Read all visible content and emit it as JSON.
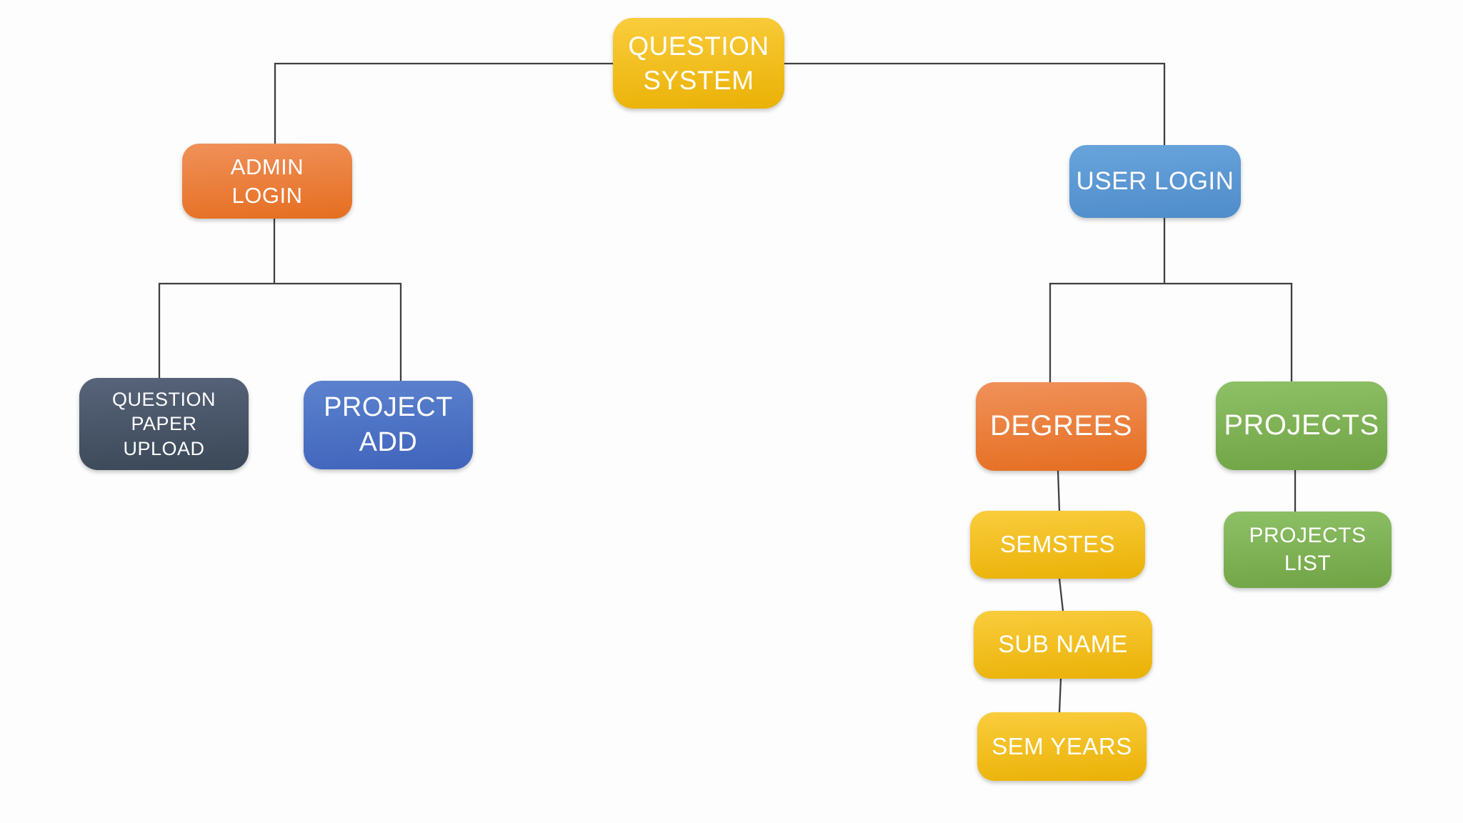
{
  "diagram": {
    "title": "QUESTION SYSTEM",
    "type": "hierarchy-flowchart",
    "nodes": {
      "question_system": {
        "label": "QUESTION\nSYSTEM",
        "color": "yellow"
      },
      "admin_login": {
        "label": "ADMIN\nLOGIN",
        "color": "orange"
      },
      "question_paper_upload": {
        "label": "QUESTION\nPAPER\nUPLOAD",
        "color": "dark"
      },
      "project_add": {
        "label": "PROJECT\nADD",
        "color": "blue"
      },
      "user_login": {
        "label": "USER LOGIN",
        "color": "lightblue"
      },
      "degrees": {
        "label": "DEGREES",
        "color": "orange"
      },
      "projects": {
        "label": "PROJECTS",
        "color": "green"
      },
      "semstes": {
        "label": "SEMSTES",
        "color": "yellow"
      },
      "sub_name": {
        "label": "SUB NAME",
        "color": "yellow"
      },
      "sem_years": {
        "label": "SEM YEARS",
        "color": "yellow"
      },
      "projects_list": {
        "label": "PROJECTS\nLIST",
        "color": "green"
      }
    },
    "edges": [
      {
        "from": "QUESTION SYSTEM",
        "to": "ADMIN LOGIN"
      },
      {
        "from": "QUESTION SYSTEM",
        "to": "USER LOGIN"
      },
      {
        "from": "ADMIN LOGIN",
        "to": "QUESTION PAPER UPLOAD"
      },
      {
        "from": "ADMIN LOGIN",
        "to": "PROJECT ADD"
      },
      {
        "from": "USER LOGIN",
        "to": "DEGREES"
      },
      {
        "from": "USER LOGIN",
        "to": "PROJECTS"
      },
      {
        "from": "DEGREES",
        "to": "SEMSTES"
      },
      {
        "from": "SEMSTES",
        "to": "SUB NAME"
      },
      {
        "from": "SUB NAME",
        "to": "SEM YEARS"
      },
      {
        "from": "PROJECTS",
        "to": "PROJECTS LIST"
      }
    ]
  },
  "colors": {
    "background": "#fdfdfd",
    "connector": "#404040",
    "text": "#ffffff",
    "yellow": {
      "top": "#FACD3E",
      "bottom": "#EAB105"
    },
    "orange": {
      "top": "#F0915A",
      "bottom": "#E56E20"
    },
    "dark": {
      "top": "#57647A",
      "bottom": "#3B4857"
    },
    "blue": {
      "top": "#5C82CE",
      "bottom": "#3F64BB"
    },
    "lightblue": {
      "top": "#69A4DC",
      "bottom": "#4E8CCA"
    },
    "green": {
      "top": "#8EC067",
      "bottom": "#70A344"
    }
  }
}
